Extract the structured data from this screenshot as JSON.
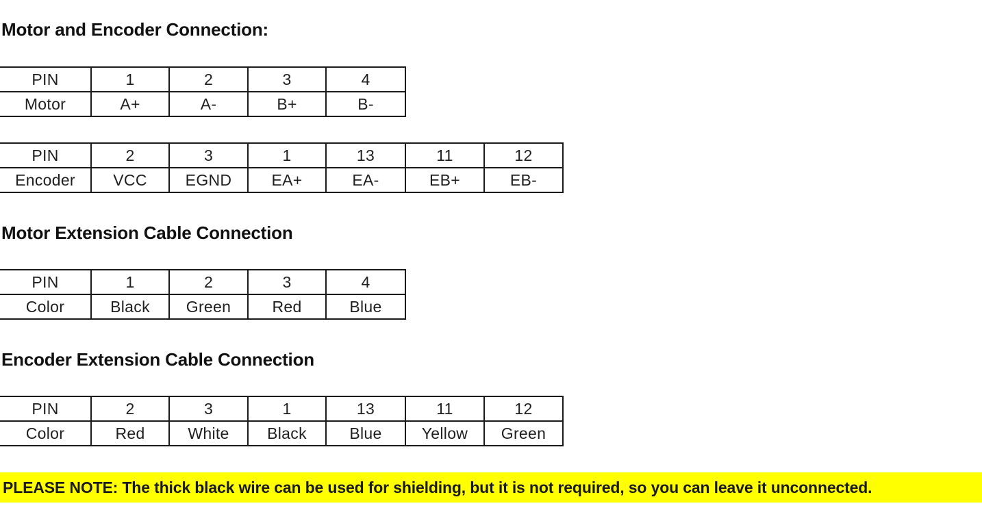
{
  "document": {
    "background_color": "#ffffff",
    "text_color": "#1a1a1a",
    "highlight_color": "#ffff00"
  },
  "sections": [
    {
      "heading": "Motor and Encoder Connection:",
      "tables": [
        {
          "name": "motor-pinout-table",
          "columns": 5,
          "rows": [
            [
              "PIN",
              "1",
              "2",
              "3",
              "4"
            ],
            [
              "Motor",
              "A+",
              "A-",
              "B+",
              "B-"
            ]
          ]
        },
        {
          "name": "encoder-pinout-table",
          "columns": 7,
          "rows": [
            [
              "PIN",
              "2",
              "3",
              "1",
              "13",
              "11",
              "12"
            ],
            [
              "Encoder",
              "VCC",
              "EGND",
              "EA+",
              "EA-",
              "EB+",
              "EB-"
            ]
          ]
        }
      ]
    },
    {
      "heading": "Motor Extension Cable Connection",
      "tables": [
        {
          "name": "motor-extension-cable-table",
          "columns": 5,
          "rows": [
            [
              "PIN",
              "1",
              "2",
              "3",
              "4"
            ],
            [
              "Color",
              "Black",
              "Green",
              "Red",
              "Blue"
            ]
          ]
        }
      ]
    },
    {
      "heading": "Encoder Extension Cable Connection",
      "tables": [
        {
          "name": "encoder-extension-cable-table",
          "columns": 7,
          "rows": [
            [
              "PIN",
              "2",
              "3",
              "1",
              "13",
              "11",
              "12"
            ],
            [
              "Color",
              "Red",
              "White",
              "Black",
              "Blue",
              "Yellow",
              "Green"
            ]
          ]
        }
      ]
    }
  ],
  "note": {
    "text": "PLEASE NOTE: The thick black wire can be used for shielding, but it is not required, so you can leave it unconnected."
  }
}
